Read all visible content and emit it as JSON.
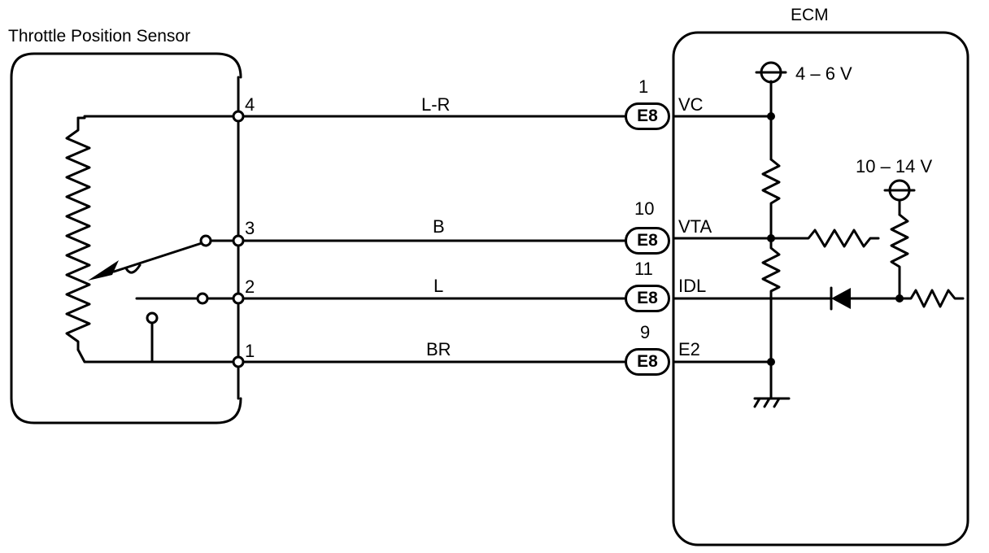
{
  "sensor": {
    "title": "Throttle Position Sensor",
    "pins": [
      "4",
      "3",
      "2",
      "1"
    ]
  },
  "ecm": {
    "title": "ECM",
    "vc_voltage": "4 – 6 V",
    "supply_voltage": "10 – 14 V"
  },
  "wires": [
    {
      "color": "L-R",
      "ecm_pin": "1",
      "connector": "E8",
      "terminal": "VC"
    },
    {
      "color": "B",
      "ecm_pin": "10",
      "connector": "E8",
      "terminal": "VTA"
    },
    {
      "color": "L",
      "ecm_pin": "11",
      "connector": "E8",
      "terminal": "IDL"
    },
    {
      "color": "BR",
      "ecm_pin": "9",
      "connector": "E8",
      "terminal": "E2"
    }
  ]
}
